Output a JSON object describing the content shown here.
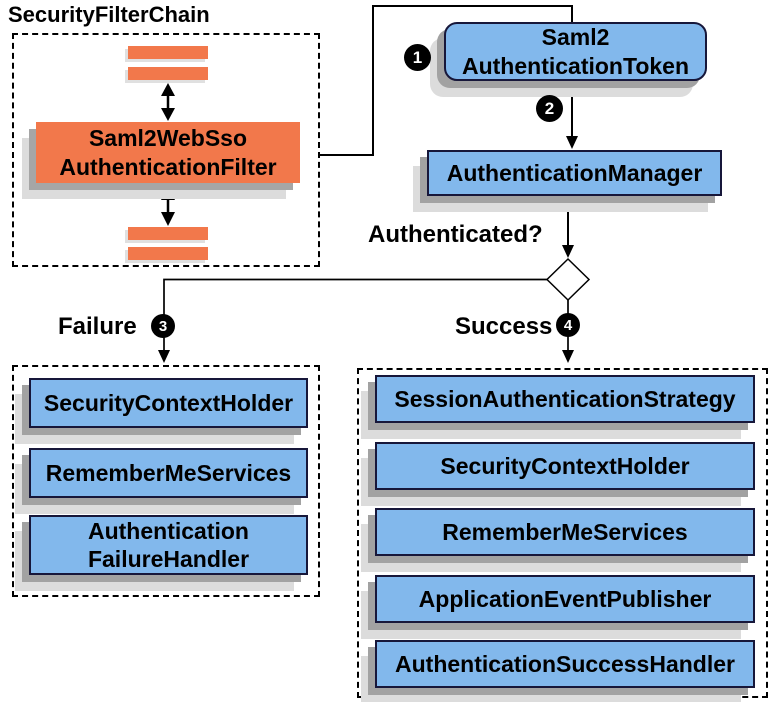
{
  "title": "SecurityFilterChain",
  "colors": {
    "orange": "#F2784B",
    "blue": "#82B8EC",
    "node_border": "#17173A",
    "shadow_dark": "#A2A2A2",
    "shadow_light": "#DCDCDC",
    "badge_bg": "#000000",
    "badge_text": "#FFFFFF"
  },
  "filter_chain": {
    "filter_label": "Saml2WebSso\nAuthenticationFilter"
  },
  "token_label": "Saml2\nAuthenticationToken",
  "manager_label": "AuthenticationManager",
  "question_label": "Authenticated?",
  "badges": {
    "step1": "1",
    "step2": "2",
    "step3": "3",
    "step4": "4"
  },
  "failure_branch": {
    "label": "Failure",
    "items": [
      "SecurityContextHolder",
      "RememberMeServices",
      "Authentication\nFailureHandler"
    ]
  },
  "success_branch": {
    "label": "Success",
    "items": [
      "SessionAuthenticationStrategy",
      "SecurityContextHolder",
      "RememberMeServices",
      "ApplicationEventPublisher",
      "AuthenticationSuccessHandler"
    ]
  }
}
